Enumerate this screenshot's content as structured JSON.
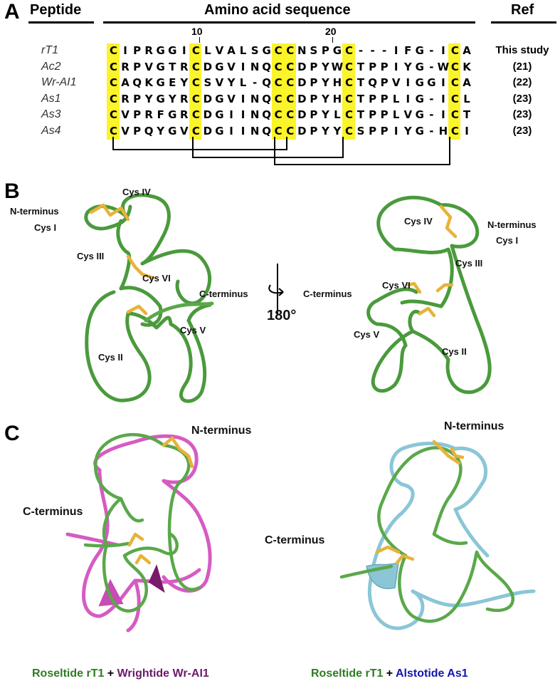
{
  "panels": {
    "a": "A",
    "b": "B",
    "c": "C"
  },
  "panel_a": {
    "headers": {
      "peptide": "Peptide",
      "sequence": "Amino acid sequence",
      "ref": "Ref"
    },
    "tick_labels": {
      "t10": "10",
      "t20": "20"
    },
    "rows": [
      {
        "name": "rT1",
        "sequence": "CIPRGGICLVALSGCCNSPGC---IFG-ICA",
        "ref": "This study"
      },
      {
        "name": "Ac2",
        "sequence": "CRPVGTRCDGVINQCCDPYWCTPPIYG-WCK",
        "ref": "(21)"
      },
      {
        "name": "Wr-AI1",
        "sequence": "CAQKGEYCSVYL-QCCDPYHCTQPVIGGICA",
        "ref": "(22)"
      },
      {
        "name": "As1",
        "sequence": "CRPYGYRCDGVINQCCDPYHCTPPLIG-ICL",
        "ref": "(23)"
      },
      {
        "name": "As3",
        "sequence": "CVPRFGRCDGIINQCCDPYLCTPPLVG-ICT",
        "ref": "(23)"
      },
      {
        "name": "As4",
        "sequence": "CVPQYGVCDGIINQCCDPYYCSPPIYG-HCI",
        "ref": "(23)"
      }
    ],
    "highlight_color": "#fbf42a"
  },
  "panel_b": {
    "left": {
      "n_terminus": "N-terminus",
      "c_terminus": "C-terminus",
      "cys1": "Cys I",
      "cys2": "Cys II",
      "cys3": "Cys III",
      "cys4": "Cys IV",
      "cys5": "Cys V",
      "cys6": "Cys VI"
    },
    "right": {
      "n_terminus": "N-terminus",
      "c_terminus": "C-terminus",
      "cys1": "Cys I",
      "cys2": "Cys II",
      "cys3": "Cys III",
      "cys4": "Cys IV",
      "cys5": "Cys V",
      "cys6": "Cys VI"
    },
    "rotation": "180°",
    "colors": {
      "backbone": "#5aa84a",
      "disulfide": "#e8b23a"
    }
  },
  "panel_c": {
    "left": {
      "n_terminus": "N-terminus",
      "c_terminus": "C-terminus"
    },
    "right": {
      "n_terminus": "N-terminus",
      "c_terminus": "C-terminus"
    },
    "captions": {
      "left": {
        "part1": "Roseltide rT1",
        "plus": " + ",
        "part2": "Wrightide Wr-AI1"
      },
      "right": {
        "part1": "Roseltide rT1",
        "plus": " + ",
        "part2": "Alstotide As1"
      }
    },
    "colors": {
      "rt1": "#2e7d22",
      "wr": "#6b1a6b",
      "as1": "#1515b0",
      "magenta": "#d65bc2",
      "cyan": "#8ac6d6"
    }
  }
}
